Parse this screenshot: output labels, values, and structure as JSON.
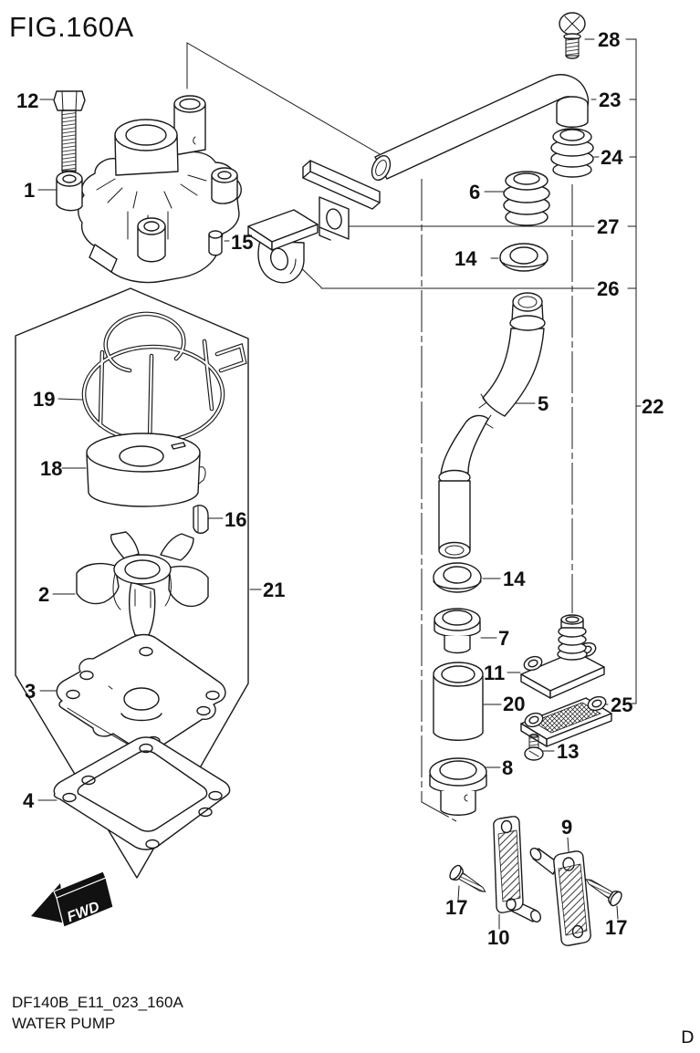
{
  "figure": {
    "title": "FIG.160A",
    "diagram_code": "DF140B_E11_023_160A",
    "diagram_title": "WATER PUMP",
    "page_letter": "D"
  },
  "orientation_flag": {
    "label": "FWD"
  },
  "colors": {
    "line": "#1a1a1a",
    "background": "#ffffff",
    "flag_fill": "#111111",
    "flag_text": "#ffffff"
  },
  "callouts": {
    "c12": "12",
    "c1": "1",
    "c15": "15",
    "c28": "28",
    "c23": "23",
    "c24": "24",
    "c6": "6",
    "c27": "27",
    "c14a": "14",
    "c26": "26",
    "c5": "5",
    "c22": "22",
    "c19": "19",
    "c18": "18",
    "c16": "16",
    "c2": "2",
    "c21": "21",
    "c3": "3",
    "c4": "4",
    "c14b": "14",
    "c7": "7",
    "c11": "11",
    "c20": "20",
    "c25": "25",
    "c13": "13",
    "c8": "8",
    "c9": "9",
    "c10": "10",
    "c17a": "17",
    "c17b": "17"
  }
}
